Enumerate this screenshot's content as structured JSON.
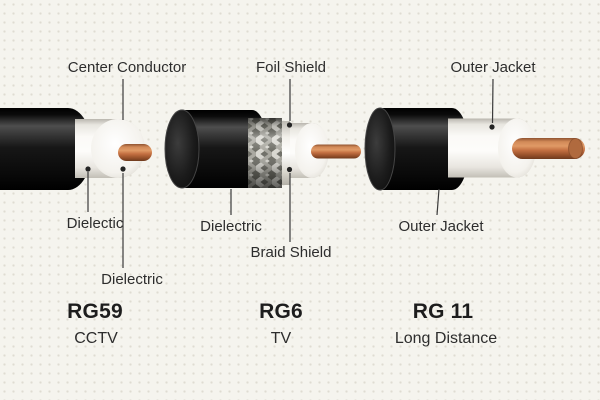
{
  "cables": [
    {
      "name": "RG59",
      "use": "CCTV",
      "callouts": {
        "top": "Center Conductor",
        "bottom_left": "Dielectic",
        "bottom_right": "Dielectric"
      }
    },
    {
      "name": "RG6",
      "use": "TV",
      "callouts": {
        "top": "Foil Shield",
        "bottom_left": "Dielectric",
        "bottom_right": "Braid Shield"
      }
    },
    {
      "name": "RG 11",
      "use": "Long Distance",
      "callouts": {
        "top": "Outer Jacket",
        "bottom": "Outer Jacket"
      }
    }
  ],
  "colors": {
    "background": "#f5f4ee",
    "jacket_black": "#111111",
    "dielectric_white": "#f6f4ef",
    "braid_silver": "#9a9a94",
    "copper": "#c4713f",
    "label_text": "#2d2d2d",
    "leader_line": "#3a3a3a"
  }
}
